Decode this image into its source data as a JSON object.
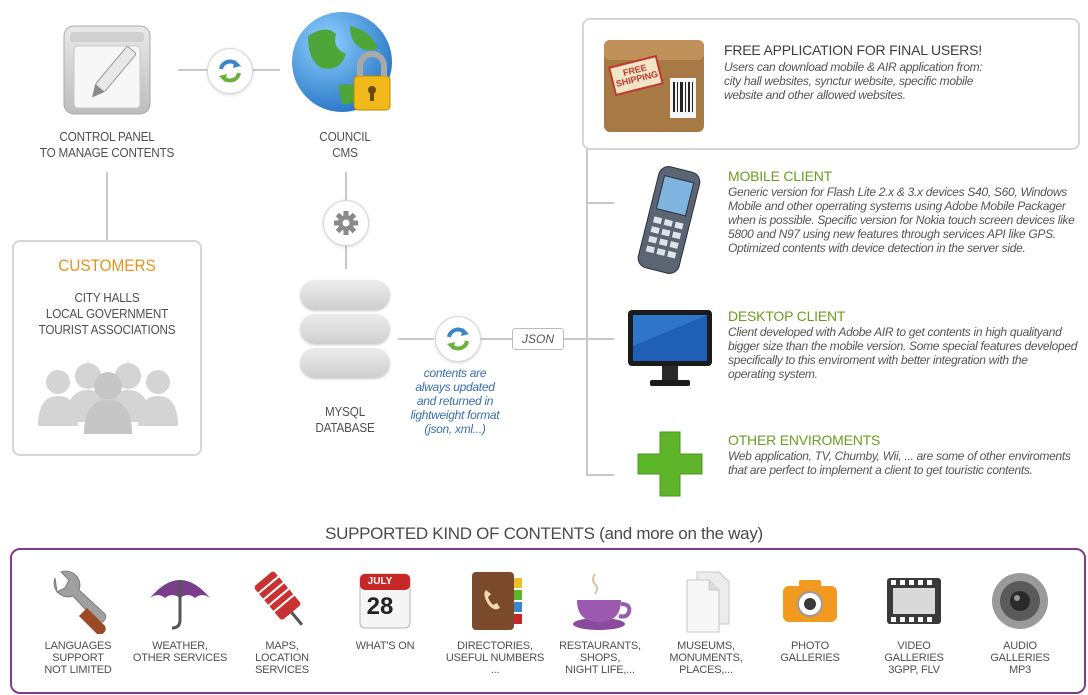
{
  "control_panel": {
    "line1": "CONTROL PANEL",
    "line2": "TO MANAGE CONTENTS"
  },
  "council_cms": {
    "line1": "COUNCIL",
    "line2": "CMS"
  },
  "customers": {
    "title": "CUSTOMERS",
    "items": [
      "CITY HALLS",
      "LOCAL GOVERNMENT",
      "TOURIST ASSOCIATIONS"
    ]
  },
  "database": {
    "line1": "MYSQL",
    "line2": "DATABASE"
  },
  "contents_note": {
    "lines": [
      "contents are",
      "always updated",
      "and returned in",
      "lightweight format",
      "(json, xml...)"
    ]
  },
  "json_label": "JSON",
  "free_app": {
    "box_text": "FREE SHIPPING",
    "title": "FREE APPLICATION FOR FINAL USERS!",
    "desc": [
      "Users can download mobile & AIR application from:",
      "city hall websites, synctur website, specific mobile",
      "website and other allowed websites."
    ]
  },
  "clients": [
    {
      "title": "MOBILE CLIENT",
      "desc": [
        "Generic version for Flash Lite 2.x & 3.x devices S40, S60, Windows",
        "Mobile and other operrating systems using Adobe Mobile Packager",
        "when is possible. Specific version for Nokia touch screen devices like",
        "5800 and N97 using new features through services API like GPS.",
        "Optimized contents with device detection in the server side."
      ]
    },
    {
      "title": "DESKTOP CLIENT",
      "desc": [
        "Client developed with Adobe AIR to get contents in high qualityand",
        "bigger size than the mobile version. Some special features developed",
        "specifically to this enviroment with better integration with the",
        "operating system."
      ]
    },
    {
      "title": "OTHER ENVIROMENTS",
      "desc": [
        "Web application, TV, Chumby, Wii, ... are some of other enviroments",
        "that are perfect to implement a client to get touristic contents."
      ]
    }
  ],
  "supported": {
    "title": "SUPPORTED KIND OF CONTENTS (and more on the way)",
    "calendar": {
      "month": "JULY",
      "day": "28"
    },
    "items": [
      {
        "icon": "wrench-icon",
        "label": "LANGUAGES\nSUPPORT\nNOT LIMITED"
      },
      {
        "icon": "umbrella-icon",
        "label": "WEATHER,\nOTHER SERVICES"
      },
      {
        "icon": "map-pin-icon",
        "label": "MAPS,\nLOCATION\nSERVICES"
      },
      {
        "icon": "calendar-icon",
        "label": "WHAT'S ON"
      },
      {
        "icon": "address-book-icon",
        "label": "DIRECTORIES,\nUSEFUL NUMBERS\n..."
      },
      {
        "icon": "coffee-cup-icon",
        "label": "RESTAURANTS,\nSHOPS,\nNIGHT LIFE,..."
      },
      {
        "icon": "documents-icon",
        "label": "MUSEUMS,\nMONUMENTS,\nPLACES,..."
      },
      {
        "icon": "camera-icon",
        "label": "PHOTO\nGALLERIES"
      },
      {
        "icon": "film-icon",
        "label": "VIDEO\nGALLERIES\n3GPP, FLV"
      },
      {
        "icon": "speaker-icon",
        "label": "AUDIO\nGALLERIES\nMP3"
      }
    ]
  },
  "colors": {
    "customers_title": "#e8921e",
    "client_title": "#6a9e1f",
    "content_border": "#7b3f86",
    "note_blue": "#3a6fb0"
  }
}
